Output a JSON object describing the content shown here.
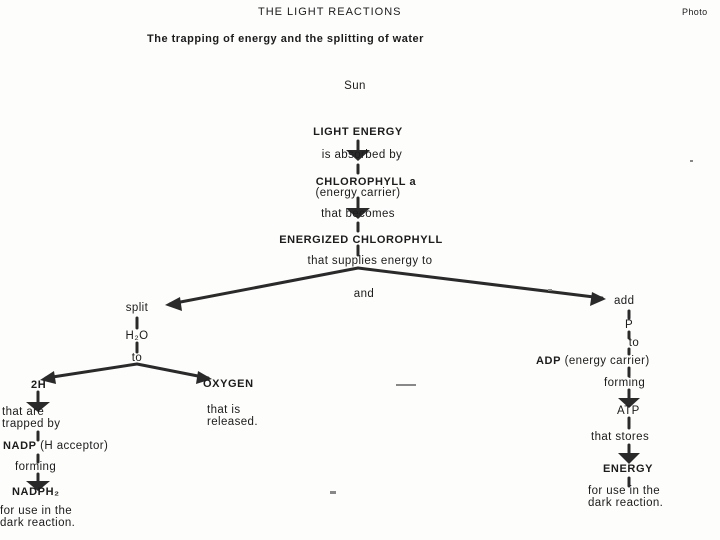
{
  "header": {
    "title": "THE LIGHT REACTIONS",
    "corner": "Photo",
    "subtitle": "The trapping of energy and the splitting of water"
  },
  "flow": {
    "sun": "Sun",
    "light_energy": "LIGHT ENERGY",
    "absorbed_by": "is absorbed by",
    "chlorophyll_a": "CHLOROPHYLL a",
    "energy_carrier": "(energy carrier)",
    "that_becomes": "that becomes",
    "energized": "ENERGIZED CHLOROPHYLL",
    "supplies": "that supplies energy to",
    "and": "and"
  },
  "left_branch": {
    "split": "split",
    "h2o": "H₂O",
    "to": "to",
    "two_h": "2H",
    "trapped": "that are\ntrapped by",
    "nadp": "NADP",
    "nadp_note": " (H acceptor)",
    "forming": "forming",
    "nadph2": "NADPH₂",
    "use": "for use in the\ndark reaction.",
    "oxygen": "OXYGEN",
    "released": "that is\nreleased."
  },
  "right_branch": {
    "add": "add",
    "p": "P",
    "to": "to",
    "adp": "ADP",
    "adp_note": " (energy carrier)",
    "forming": "forming",
    "atp": "ATP",
    "stores": "that stores",
    "energy": "ENERGY",
    "use": "for use in the\ndark reaction."
  }
}
